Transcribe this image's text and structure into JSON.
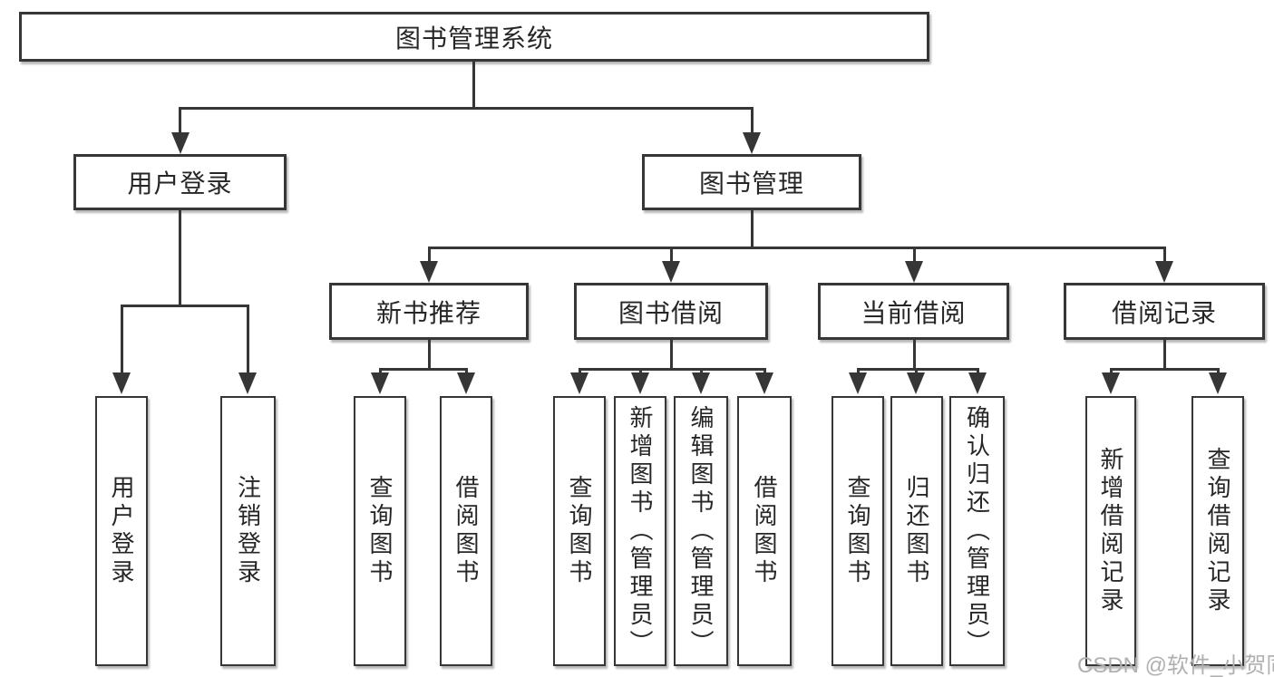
{
  "diagram_title": "图书管理系统",
  "branches": {
    "user_login": {
      "label": "用户登录",
      "children": [
        "用户登录",
        "注销登录"
      ]
    },
    "book_management": {
      "label": "图书管理",
      "sections": {
        "new_book_recommend": {
          "label": "新书推荐",
          "children": [
            "查询图书",
            "借阅图书"
          ]
        },
        "book_borrow": {
          "label": "图书借阅",
          "children": [
            "查询图书",
            "新增图书（管理员）",
            "编辑图书（管理员）",
            "借阅图书"
          ]
        },
        "current_borrow": {
          "label": "当前借阅",
          "children": [
            "查询图书",
            "归还图书",
            "确认归还（管理员）"
          ]
        },
        "borrow_records": {
          "label": "借阅记录",
          "children": [
            "新增借阅记录",
            "查询借阅记录"
          ]
        }
      }
    }
  },
  "watermark": "CSDN @软件_小贺同学",
  "colors": {
    "line": "#363636",
    "text": "#262626",
    "box_background": "#ffffff",
    "watermark": "#b0b0b0"
  }
}
